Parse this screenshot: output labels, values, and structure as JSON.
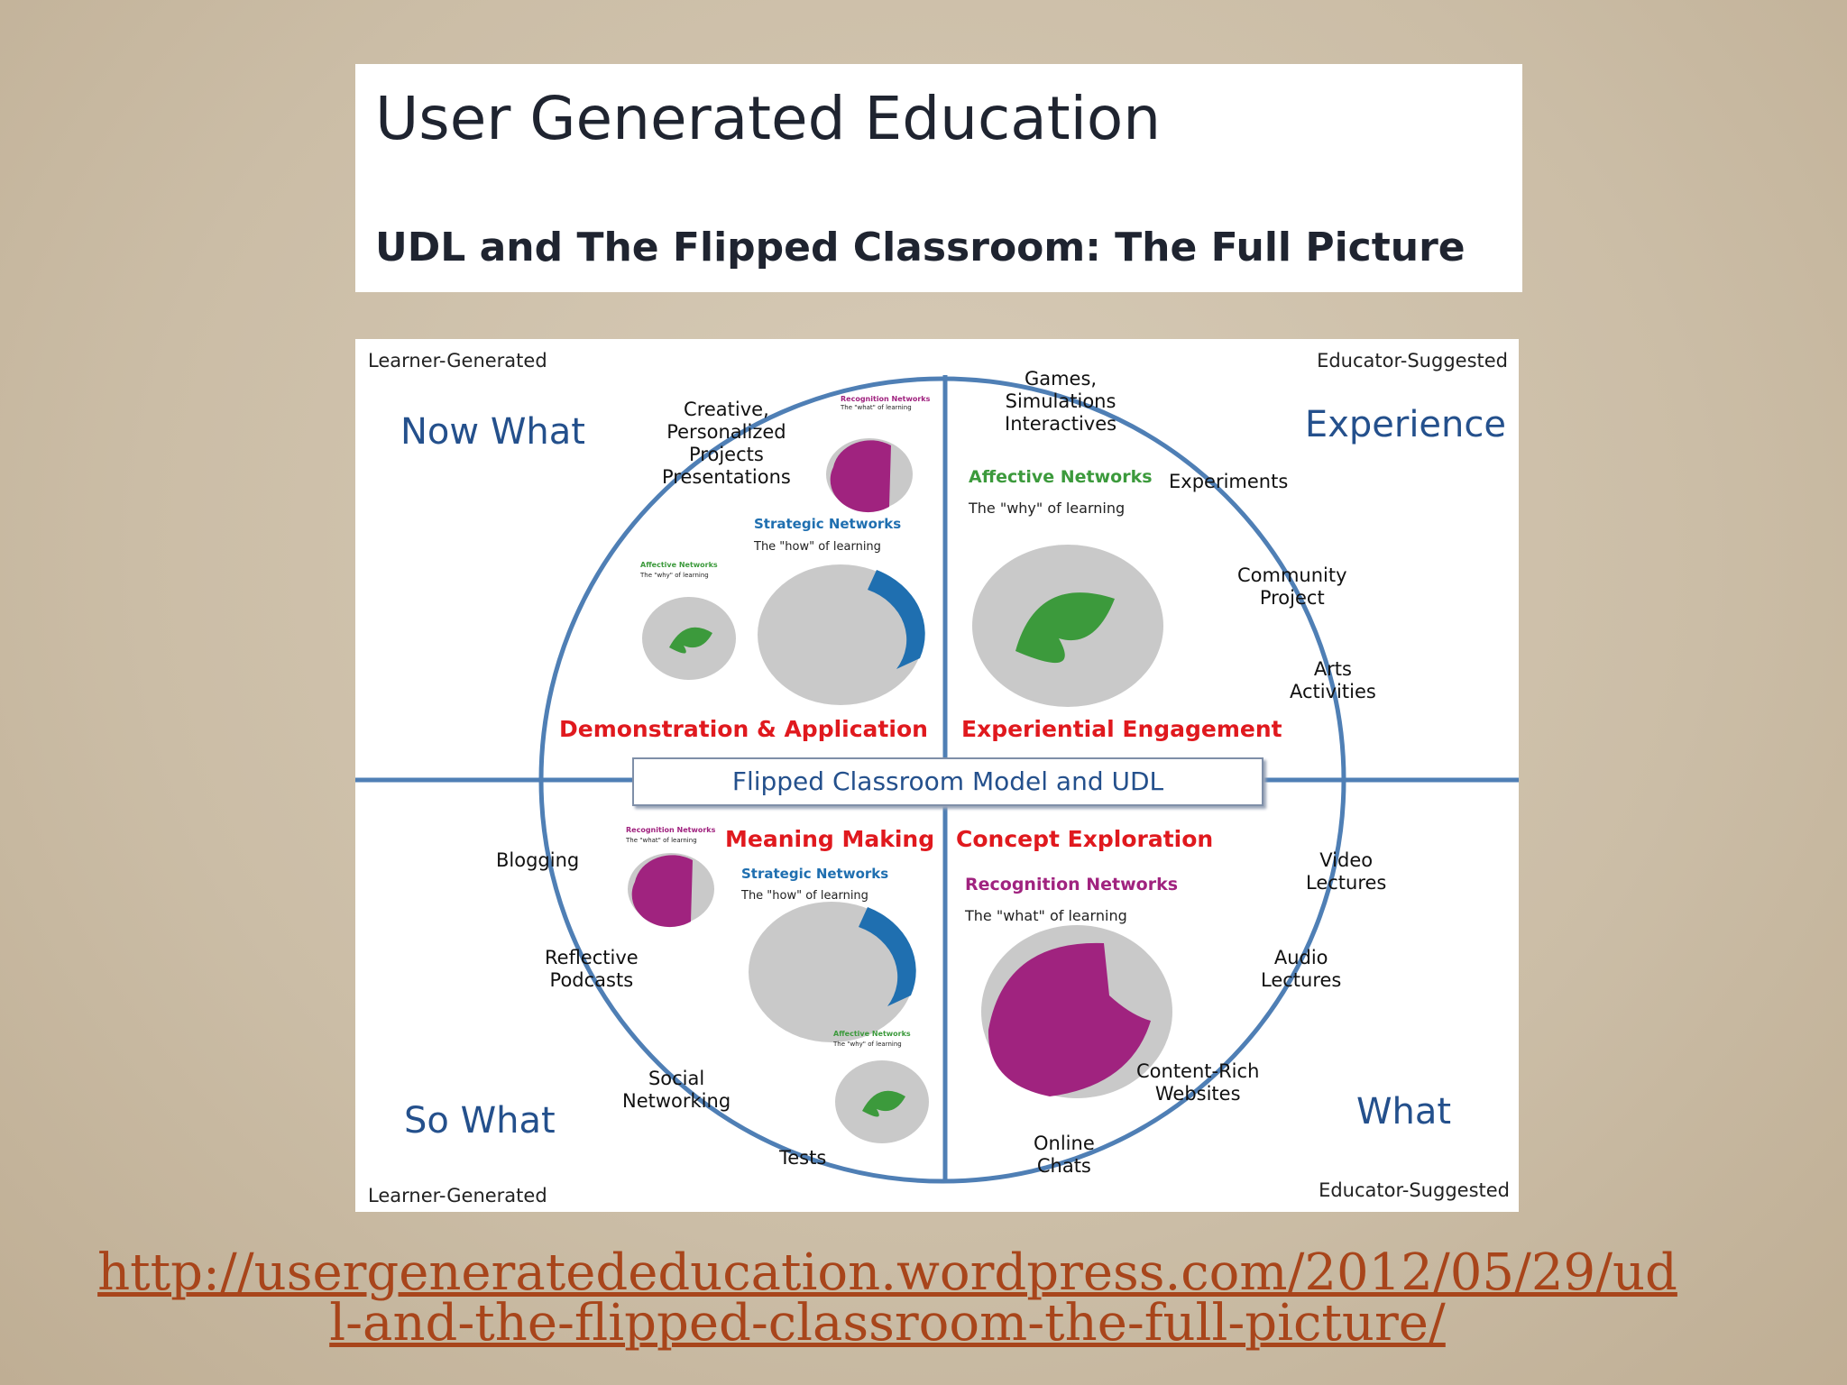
{
  "header": {
    "site_title": "User Generated Education",
    "post_title": "UDL and The Flipped Classroom: The Full Picture"
  },
  "diagram": {
    "corners": {
      "top_left": "Learner-Generated",
      "top_right": "Educator-Suggested",
      "bottom_left": "Learner-Generated",
      "bottom_right": "Educator-Suggested"
    },
    "quadrants": {
      "now_what": "Now What",
      "experience": "Experience",
      "so_what": "So What",
      "what": "What"
    },
    "center_label": "Flipped Classroom Model and UDL",
    "phases": {
      "demonstration": "Demonstration & Application",
      "experiential": "Experiential Engagement",
      "meaning": "Meaning Making",
      "concept": "Concept Exploration"
    },
    "activities": {
      "creative": [
        "Creative,",
        "Personalized",
        "Projects",
        "Presentations"
      ],
      "games": [
        "Games,",
        "Simulations",
        "Interactives"
      ],
      "experiments": "Experiments",
      "community": [
        "Community",
        "Project"
      ],
      "arts": [
        "Arts",
        "Activities"
      ],
      "video": [
        "Video",
        "Lectures"
      ],
      "audio": [
        "Audio",
        "Lectures"
      ],
      "content": [
        "Content-Rich",
        "Websites"
      ],
      "online": [
        "Online",
        "Chats"
      ],
      "tests": "Tests",
      "social": [
        "Social",
        "Networking"
      ],
      "reflective": [
        "Reflective",
        "Podcasts"
      ],
      "blogging": "Blogging"
    },
    "networks": {
      "recognition": "Recognition Networks",
      "recognition_desc": "The \"what\" of learning",
      "strategic": "Strategic Networks",
      "strategic_desc": "The \"how\" of learning",
      "affective": "Affective Networks",
      "affective_desc": "The \"why\" of learning"
    },
    "colors": {
      "recognition": "#a0237f",
      "strategic": "#1f6fb0",
      "affective": "#3c9a3c",
      "brain_gray": "#c9c9c9",
      "circle": "#4f7fb5",
      "phase_red": "#e0191e",
      "quadrant_blue": "#24508c"
    }
  },
  "source": {
    "url_line1": "http://usergeneratededucation.wordpress.com/2012/05/29/ud",
    "url_line2": "l-and-the-flipped-classroom-the-full-picture/"
  }
}
